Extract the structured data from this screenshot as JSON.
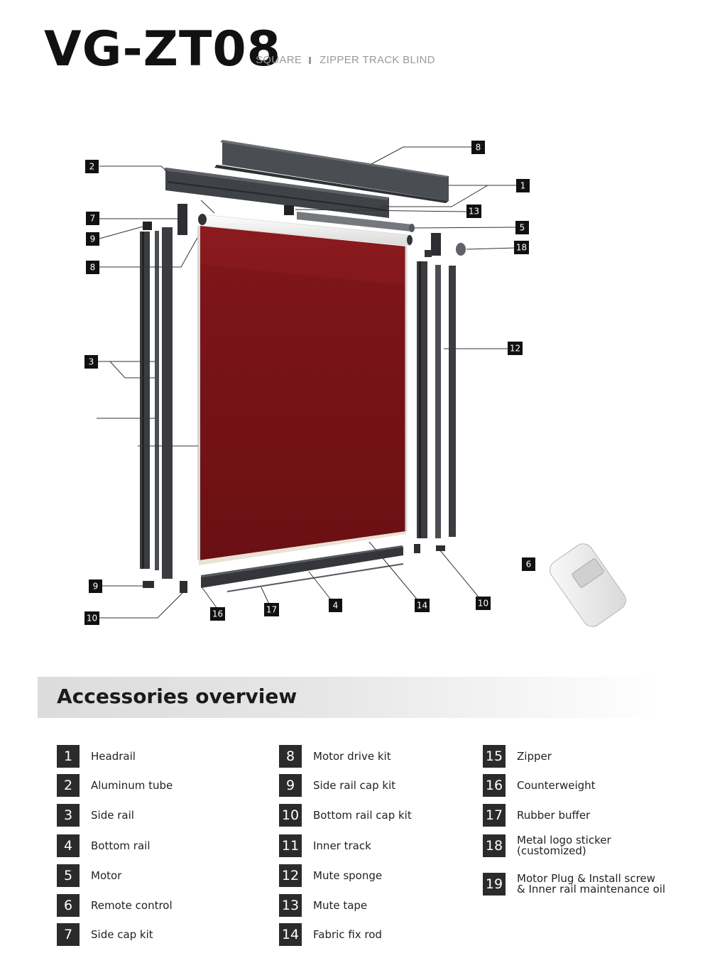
{
  "header": {
    "model": "VG-ZT08",
    "subtitle_left": "SQUARE",
    "subtitle_right": "ZIPPER TRACK  BLIND"
  },
  "callouts": [
    "8",
    "2",
    "1",
    "13",
    "7",
    "5",
    "9",
    "18",
    "8",
    "12",
    "3",
    "6",
    "9",
    "10",
    "16",
    "17",
    "4",
    "14",
    "10"
  ],
  "colors": {
    "fabric": "#7a1418",
    "frame": "#3a3c40",
    "badge": "#111111",
    "accent_banner": "#dcdcdc"
  },
  "section": {
    "title": "Accessories overview"
  },
  "accessories": [
    {
      "num": "1",
      "label": "Headrail"
    },
    {
      "num": "2",
      "label": "Aluminum tube"
    },
    {
      "num": "3",
      "label": "Side rail"
    },
    {
      "num": "4",
      "label": "Bottom rail"
    },
    {
      "num": "5",
      "label": " Motor"
    },
    {
      "num": "6",
      "label": "Remote control"
    },
    {
      "num": "7",
      "label": "Side cap kit"
    },
    {
      "num": "8",
      "label": "Motor drive kit"
    },
    {
      "num": "9",
      "label": "Side rail cap kit"
    },
    {
      "num": "10",
      "label": "Bottom rail cap kit"
    },
    {
      "num": "11",
      "label": "Inner track"
    },
    {
      "num": "12",
      "label": "Mute sponge"
    },
    {
      "num": "13",
      "label": "Mute tape"
    },
    {
      "num": "14",
      "label": "Fabric fix rod"
    },
    {
      "num": "15",
      "label": "Zipper"
    },
    {
      "num": "16",
      "label": "Counterweight"
    },
    {
      "num": "17",
      "label": "Rubber buffer"
    },
    {
      "num": "18",
      "label": "Metal logo sticker\n (customized)"
    },
    {
      "num": "19",
      "label": "Motor Plug & Install screw\n& Inner rail maintenance oil"
    }
  ]
}
